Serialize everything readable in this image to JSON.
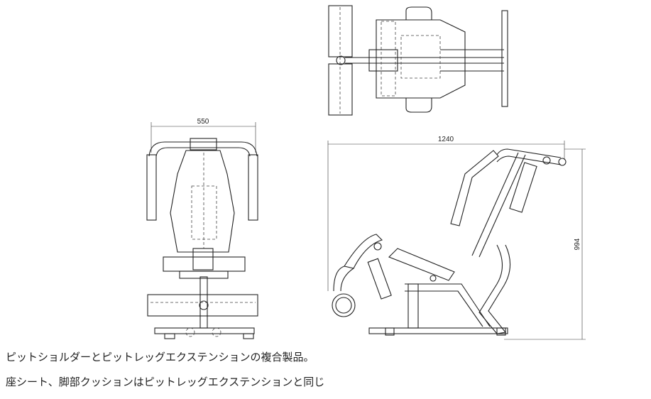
{
  "dimensions": {
    "width": "550",
    "length": "1240",
    "height": "994"
  },
  "caption": {
    "line1": "ピットショルダーとピットレッグエクステンションの複合製品。",
    "line2": "座シート、脚部クッションはピットレッグエクステンションと同じ"
  }
}
